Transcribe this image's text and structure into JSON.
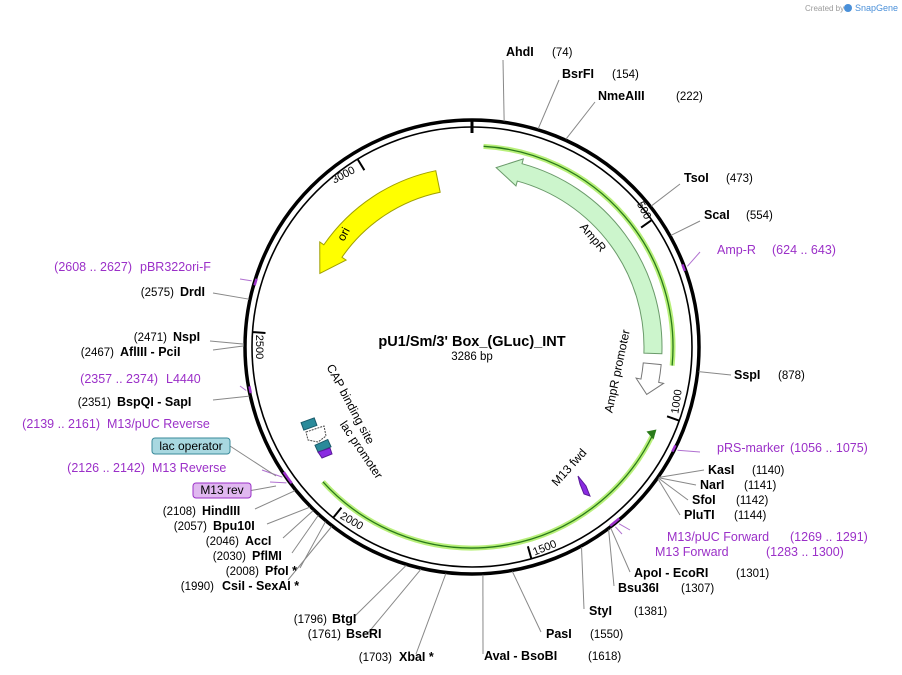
{
  "watermark": {
    "created_by": "Created by",
    "brand": "SnapGene"
  },
  "plasmid": {
    "name": "pU1/Sm/3' Box_(GLuc)_INT",
    "length_label": "3286 bp"
  },
  "ticks": [
    {
      "label": "500"
    },
    {
      "label": "1000"
    },
    {
      "label": "1500"
    },
    {
      "label": "2000"
    },
    {
      "label": "2500"
    },
    {
      "label": "3000"
    }
  ],
  "features": [
    {
      "name": "ori",
      "color": "#ffff00"
    },
    {
      "name": "AmpR",
      "color": "#ccf5cc"
    },
    {
      "name": "AmpR promoter",
      "color": "#ffffff"
    },
    {
      "name": "M13 fwd",
      "color": "#8a2be2"
    },
    {
      "name": "lac promoter",
      "color": "#ffffff"
    },
    {
      "name": "CAP binding site",
      "color": "#2a8a9a"
    }
  ],
  "enzymes": [
    {
      "name": "AhdI",
      "pos": "(74)"
    },
    {
      "name": "BsrFI",
      "pos": "(154)"
    },
    {
      "name": "NmeAIII",
      "pos": "(222)"
    },
    {
      "name": "TsoI",
      "pos": "(473)"
    },
    {
      "name": "ScaI",
      "pos": "(554)"
    },
    {
      "name": "SspI",
      "pos": "(878)"
    },
    {
      "name": "KasI",
      "pos": "(1140)"
    },
    {
      "name": "NarI",
      "pos": "(1141)"
    },
    {
      "name": "SfoI",
      "pos": "(1142)"
    },
    {
      "name": "PluTI",
      "pos": "(1144)"
    },
    {
      "name": "ApoI",
      "name2": "EcoRI",
      "pos": "(1301)"
    },
    {
      "name": "Bsu36I",
      "pos": "(1307)"
    },
    {
      "name": "StyI",
      "pos": "(1381)"
    },
    {
      "name": "PasI",
      "pos": "(1550)"
    },
    {
      "name": "AvaI",
      "name2": "BsoBI",
      "pos": "(1618)"
    },
    {
      "name": "XbaI *",
      "pos": "(1703)"
    },
    {
      "name": "BseRI",
      "pos": "(1761)"
    },
    {
      "name": "BtgI",
      "pos": "(1796)"
    },
    {
      "name": "CsiI",
      "name2": "SexAI *",
      "pos": "(1990)"
    },
    {
      "name": "PfoI *",
      "pos": "(2008)"
    },
    {
      "name": "PflMI",
      "pos": "(2030)"
    },
    {
      "name": "AccI",
      "pos": "(2046)"
    },
    {
      "name": "Bpu10I",
      "pos": "(2057)"
    },
    {
      "name": "HindIII",
      "pos": "(2108)"
    },
    {
      "name": "BspQI",
      "name2": "SapI",
      "pos": "(2351)"
    },
    {
      "name": "AflIII",
      "name2": "PciI",
      "pos": "(2467)"
    },
    {
      "name": "NspI",
      "pos": "(2471)"
    },
    {
      "name": "DrdI",
      "pos": "(2575)"
    }
  ],
  "primers": [
    {
      "name": "Amp-R",
      "range": "(624 .. 643)"
    },
    {
      "name": "pRS-marker",
      "range": "(1056 .. 1075)"
    },
    {
      "name": "M13/pUC Forward",
      "range": "(1269 .. 1291)"
    },
    {
      "name": "M13 Forward",
      "range": "(1283 .. 1300)"
    },
    {
      "name": "M13 Reverse",
      "range": "(2126 .. 2142)"
    },
    {
      "name": "M13/pUC Reverse",
      "range": "(2139 .. 2161)"
    },
    {
      "name": "L4440",
      "range": "(2357 .. 2374)"
    },
    {
      "name": "pBR322ori-F",
      "range": "(2608 .. 2627)"
    }
  ],
  "boxed_labels": [
    {
      "name": "lac operator",
      "fill": "#a8d8e0",
      "stroke": "#3a8a9a"
    },
    {
      "name": "M13 rev",
      "fill": "#e0b8f0",
      "stroke": "#9b30c8"
    }
  ]
}
